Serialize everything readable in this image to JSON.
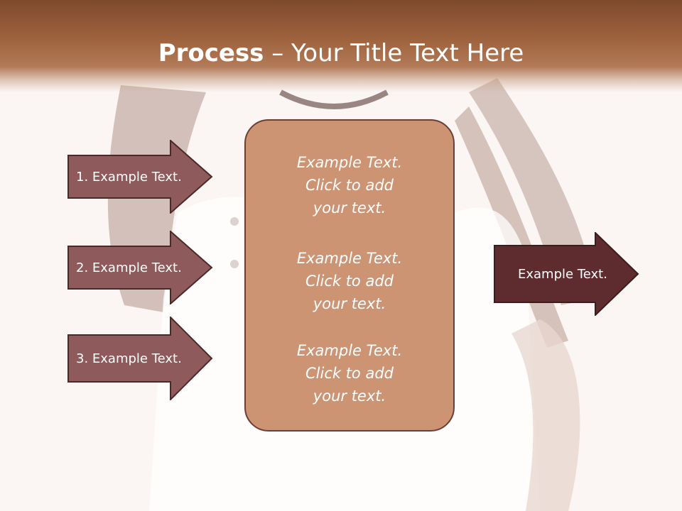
{
  "title": {
    "strong": "Process",
    "rest": " – Your Title Text Here"
  },
  "left_steps": [
    "1. Example Text.",
    "2. Example Text.",
    "3. Example Text."
  ],
  "center_blocks": [
    {
      "line1": "Example Text.",
      "line2": "Click  to add",
      "line3": "your text."
    },
    {
      "line1": "Example Text.",
      "line2": "Click  to add",
      "line3": "your text."
    },
    {
      "line1": "Example Text.",
      "line2": "Click  to add",
      "line3": "your text."
    }
  ],
  "output": "Example Text.",
  "colors": {
    "title_bar": "#8b5334",
    "left_arrow_fill": "#8f5a5c",
    "right_arrow_fill": "#5e2c2e",
    "center_fill": "#cd9474",
    "outline": "#4a2a28"
  }
}
